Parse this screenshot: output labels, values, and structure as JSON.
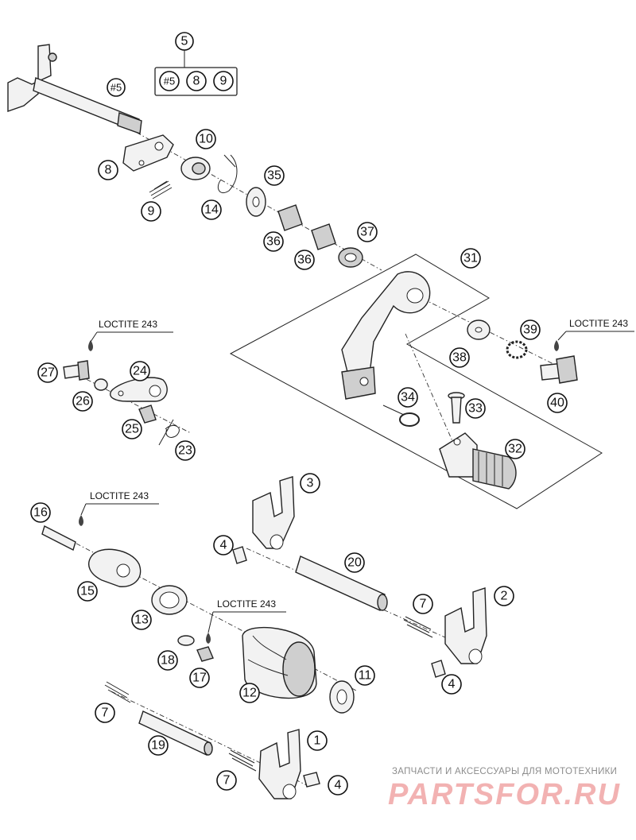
{
  "diagram": {
    "set_label": "5",
    "set_members": [
      "#5",
      "8",
      "9"
    ],
    "callouts": [
      {
        "id": "shaft",
        "text": "#5"
      },
      {
        "id": "c8",
        "text": "8"
      },
      {
        "id": "c9",
        "text": "9"
      },
      {
        "id": "c10",
        "text": "10"
      },
      {
        "id": "c14",
        "text": "14"
      },
      {
        "id": "c35",
        "text": "35"
      },
      {
        "id": "c36a",
        "text": "36"
      },
      {
        "id": "c36b",
        "text": "36"
      },
      {
        "id": "c37",
        "text": "37"
      },
      {
        "id": "c31",
        "text": "31"
      },
      {
        "id": "c38",
        "text": "38"
      },
      {
        "id": "c39",
        "text": "39"
      },
      {
        "id": "c40",
        "text": "40"
      },
      {
        "id": "c34",
        "text": "34"
      },
      {
        "id": "c33",
        "text": "33"
      },
      {
        "id": "c32",
        "text": "32"
      },
      {
        "id": "c27",
        "text": "27"
      },
      {
        "id": "c24",
        "text": "24"
      },
      {
        "id": "c26",
        "text": "26"
      },
      {
        "id": "c25",
        "text": "25"
      },
      {
        "id": "c23",
        "text": "23"
      },
      {
        "id": "c16",
        "text": "16"
      },
      {
        "id": "c15",
        "text": "15"
      },
      {
        "id": "c13",
        "text": "13"
      },
      {
        "id": "c3",
        "text": "3"
      },
      {
        "id": "c4a",
        "text": "4"
      },
      {
        "id": "c20",
        "text": "20"
      },
      {
        "id": "c7a",
        "text": "7"
      },
      {
        "id": "c2",
        "text": "2"
      },
      {
        "id": "c4b",
        "text": "4"
      },
      {
        "id": "c18",
        "text": "18"
      },
      {
        "id": "c17",
        "text": "17"
      },
      {
        "id": "c12",
        "text": "12"
      },
      {
        "id": "c11",
        "text": "11"
      },
      {
        "id": "c7b",
        "text": "7"
      },
      {
        "id": "c19",
        "text": "19"
      },
      {
        "id": "c7c",
        "text": "7"
      },
      {
        "id": "c1",
        "text": "1"
      },
      {
        "id": "c4c",
        "text": "4"
      }
    ],
    "loctite_notes": [
      "LOCTITE 243",
      "LOCTITE 243",
      "LOCTITE 243",
      "LOCTITE 243"
    ]
  },
  "watermark": {
    "tagline": "ЗАПЧАСТИ И АКСЕССУАРЫ ДЛЯ МОТОТЕХНИКИ",
    "brand": "PARTSFOR.RU",
    "color": "#f2b2b2"
  }
}
